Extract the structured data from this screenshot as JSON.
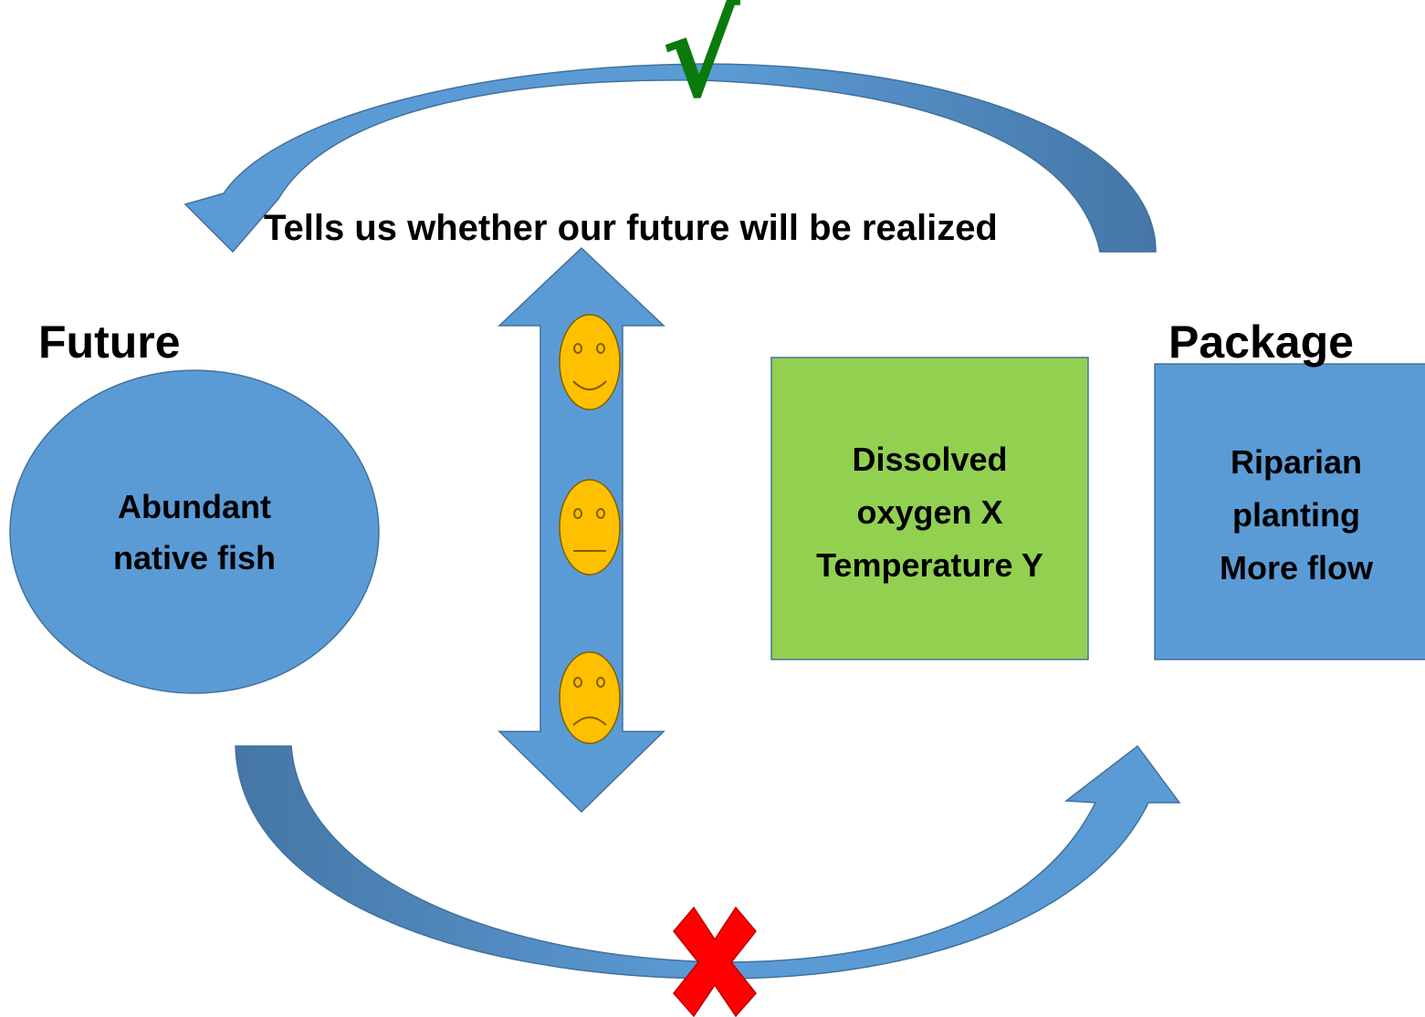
{
  "banner": {
    "check_symbol": "√",
    "text": "Tells us whether our future will be realized"
  },
  "future": {
    "heading": "Future",
    "lines": [
      "Abundant",
      "native fish"
    ]
  },
  "indicator": {
    "lines": [
      "Dissolved",
      "oxygen X",
      "Temperature Y"
    ]
  },
  "package": {
    "heading": "Package",
    "lines": [
      "Riparian",
      "planting",
      "More flow"
    ]
  },
  "faces": [
    "happy-face-icon",
    "neutral-face-icon",
    "sad-face-icon"
  ],
  "cross_icon": "cross-icon",
  "colors": {
    "arrow_blue": "#5b9bd5",
    "arrow_dark": "#4a7eb0",
    "box_green": "#92d050",
    "face_yellow": "#ffc000",
    "check_green": "#0a7a0a",
    "cross_red": "#ff0000"
  }
}
